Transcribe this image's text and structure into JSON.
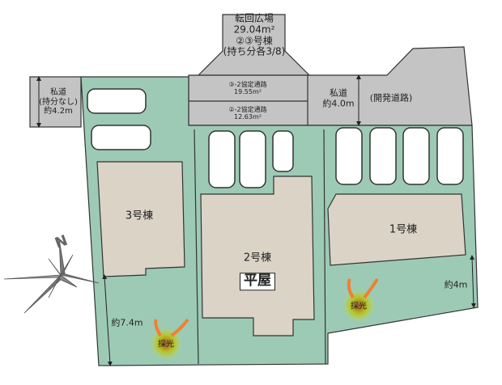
{
  "turnaround": {
    "title": "転回広場",
    "area": "29.04m²",
    "units": "②③号棟",
    "share": "(持ち分各3/8)"
  },
  "easement3": {
    "label": "③-2協定通路",
    "area": "19.55m²"
  },
  "easement2": {
    "label": "②-2協定通路",
    "area": "12.63m²"
  },
  "road_left": {
    "name": "私道",
    "note": "(持分なし)",
    "width": "約4.2m"
  },
  "road_right": {
    "name": "私道",
    "width": "約4.0m",
    "note": "(開発道路)"
  },
  "buildings": {
    "b3": "3号棟",
    "b2": "2号棟",
    "b2_type": "平屋",
    "b1": "1号棟"
  },
  "dimensions": {
    "left": "約7.4m",
    "right": "約4m"
  },
  "sunlight": "採光",
  "compass": "N",
  "colors": {
    "lot": "#9dcab5",
    "building": "#dbd3c5",
    "road": "#c4c4c4"
  }
}
